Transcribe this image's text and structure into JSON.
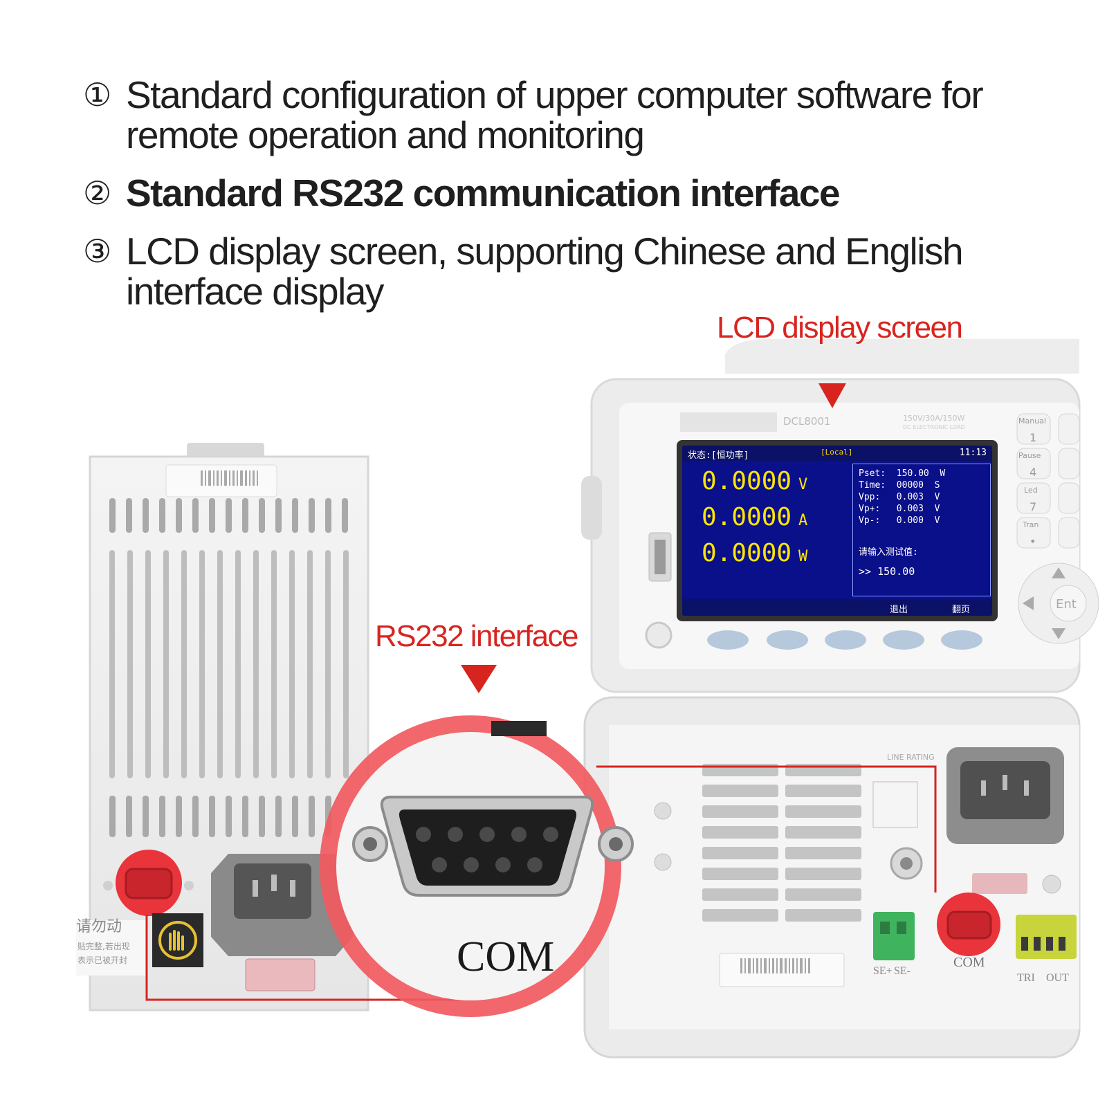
{
  "features": [
    {
      "num": "①",
      "text": "Standard configuration of upper computer software for remote operation and monitoring",
      "bold": false
    },
    {
      "num": "②",
      "text": "Standard RS232 communication interface",
      "bold": true
    },
    {
      "num": "③",
      "text": "LCD display screen, supporting Chinese and English interface display",
      "bold": false
    }
  ],
  "callouts": {
    "lcd": "LCD display screen",
    "rs232": "RS232 interface"
  },
  "device": {
    "model": "DCL8001",
    "ratings": "150V/30A/150W",
    "keys": [
      "1",
      "4",
      "7",
      "•"
    ],
    "key_labels": [
      "Manual",
      "Pause",
      "Led",
      "Tran"
    ],
    "enter_label": "Ent"
  },
  "lcd": {
    "status": "状态:[恒功率]",
    "mode": "[Local]",
    "time": "11:13",
    "voltage": "0.0000",
    "voltage_unit": "V",
    "current": "0.0000",
    "current_unit": "A",
    "power": "0.0000",
    "power_unit": "W",
    "params": [
      "Pset:  150.00  W",
      "Time:  00000  S",
      "Vpp:   0.003  V",
      "Vp+:   0.003  V",
      "Vp-:   0.000  V"
    ],
    "prompt": "请输入测试值:",
    "input": ">> 150.00",
    "softkeys": [
      "退出",
      "翻页"
    ]
  },
  "rear": {
    "com_zoom": "COM",
    "com_small": "COM",
    "labels": [
      "SE+",
      "SE-",
      "TRI",
      "OUT",
      "LINE RATING"
    ]
  },
  "colors": {
    "accent": "#d8241f",
    "lcd_bg": "#0a0f8a",
    "lcd_digits": "#ffe600",
    "text": "#1f1f1f"
  }
}
